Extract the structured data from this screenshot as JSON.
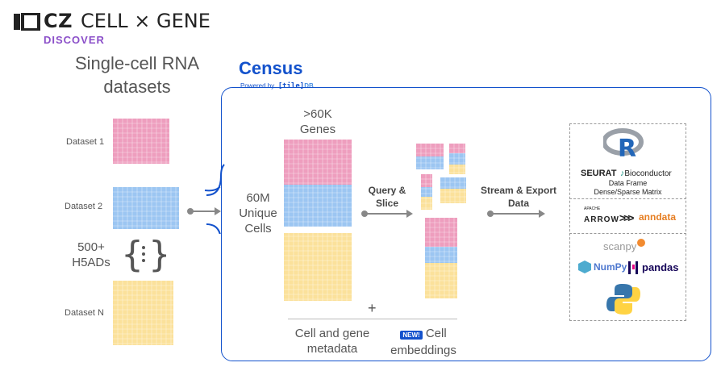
{
  "logo": {
    "cz": "CZ",
    "brand": "CELL × GENE",
    "sub": "DISCOVER"
  },
  "left_title": [
    "Single-cell RNA",
    "datasets"
  ],
  "datasets": [
    {
      "label": "Dataset 1",
      "color": "#ee9ebe"
    },
    {
      "label": "Dataset 2",
      "color": "#9cc6f2"
    },
    {
      "label": "Dataset N",
      "color": "#fbe19b"
    }
  ],
  "h5ad_count": [
    "500+",
    "H5ADs"
  ],
  "census": {
    "title": "Census",
    "powered": "Powered by",
    "tile": "[tile]",
    "db": "DB"
  },
  "matrix": {
    "genes": [
      ">60K",
      "Genes"
    ],
    "cells": [
      "60M",
      "Unique",
      "Cells"
    ]
  },
  "query": [
    "Query &",
    "Slice"
  ],
  "stream": [
    "Stream & Export",
    "Data"
  ],
  "plus": "+",
  "metadata": [
    "Cell and gene",
    "metadata"
  ],
  "embeddings": {
    "badge": "NEW!",
    "line1": "Cell",
    "line2": "embeddings"
  },
  "tools": {
    "r": "R",
    "seurat": "SEURAT",
    "bioconductor": "Bioconductor",
    "dataframe": [
      "Data Frame",
      "Dense/Sparse Matrix"
    ],
    "arrow": "ARROW",
    "arrow_prefix": "APACHE",
    "anndata": "anndata",
    "scanpy": "scanpy",
    "numpy": "NumPy",
    "pandas": "pandas"
  },
  "colors": {
    "pink": "#ee9ebe",
    "blue": "#9cc6f2",
    "yellow": "#fbe19b",
    "census_blue": "#1352cc"
  }
}
